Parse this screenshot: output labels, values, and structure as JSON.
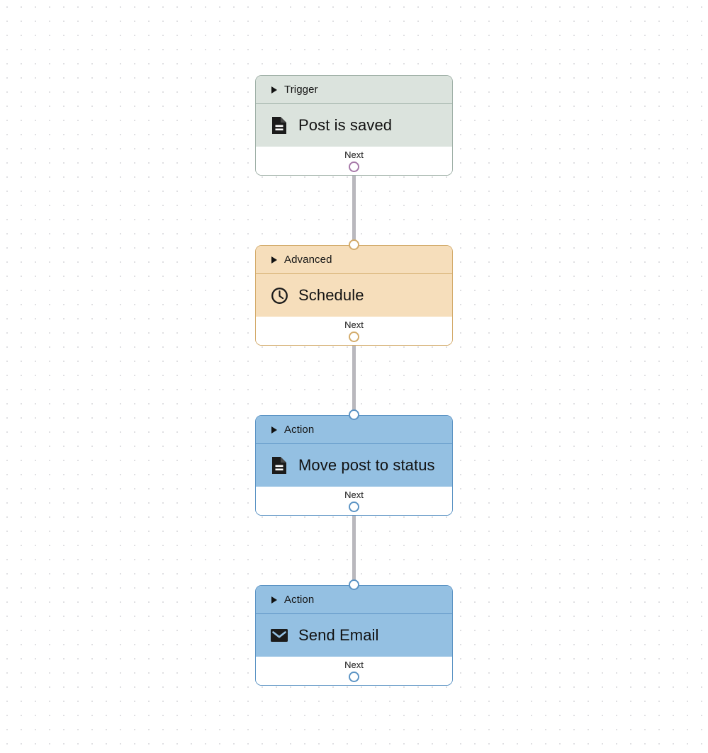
{
  "canvas": {
    "background_color": "#ffffff",
    "grid_dot_color": "#d9d9dd",
    "grid_spacing": 20
  },
  "edge_color": "#b9b8bd",
  "nodes": [
    {
      "id": "trigger-post-is-saved",
      "header_label": "Trigger",
      "title": "Post is saved",
      "icon": "document-icon",
      "footer_label": "Next",
      "theme": "trigger",
      "fill_color": "#dbe3dd",
      "border_color": "#9fb0a7",
      "output_port_color": "#a678a8"
    },
    {
      "id": "advanced-schedule",
      "header_label": "Advanced",
      "title": "Schedule",
      "icon": "clock-icon",
      "footer_label": "Next",
      "theme": "advanced",
      "fill_color": "#f6debb",
      "border_color": "#d3ab6b",
      "input_port_color": "#d3ab6b",
      "output_port_color": "#d3ab6b"
    },
    {
      "id": "action-move-post-to-status",
      "header_label": "Action",
      "title": "Move post to status",
      "icon": "document-icon",
      "footer_label": "Next",
      "theme": "action",
      "fill_color": "#94c0e2",
      "border_color": "#5b93c4",
      "input_port_color": "#5b93c4",
      "output_port_color": "#5b93c4"
    },
    {
      "id": "action-send-email",
      "header_label": "Action",
      "title": "Send Email",
      "icon": "envelope-icon",
      "footer_label": "Next",
      "theme": "action",
      "fill_color": "#94c0e2",
      "border_color": "#5b93c4",
      "input_port_color": "#5b93c4",
      "output_port_color": "#5b93c4"
    }
  ]
}
